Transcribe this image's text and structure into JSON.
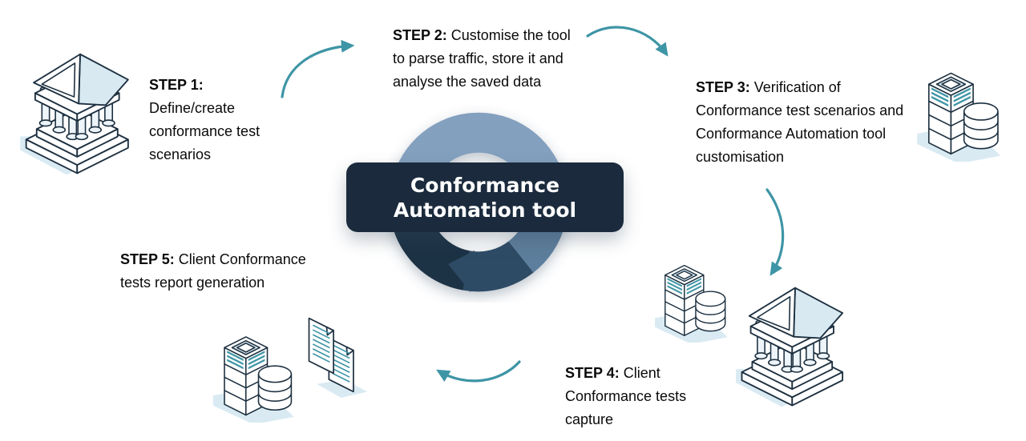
{
  "title": {
    "full": "Conformance Automation tool",
    "lines": [
      "Conformance",
      "Automation tool"
    ]
  },
  "steps": [
    {
      "label": "STEP 1:",
      "text": "Define/create conformance test scenarios"
    },
    {
      "label": "STEP 2:",
      "text": "Customise the tool to parse traffic, store it and analyse the saved data"
    },
    {
      "label": "STEP 3:",
      "text": "Verification of Conformance test scenarios and Conformance Automation tool customisation"
    },
    {
      "label": "STEP 4:",
      "text": "Client Conformance tests capture"
    },
    {
      "label": "STEP 5:",
      "text": "Client Conformance tests report generation"
    }
  ],
  "icons": {
    "step1": "bank-building-icon",
    "step3": "server-database-icon",
    "step4_left": "server-database-icon",
    "step4_right": "bank-building-icon",
    "step5_left": "server-database-icon",
    "step5_right": "documents-icon"
  },
  "arrows": [
    "step1-to-step2",
    "step2-to-step3",
    "step3-to-step4",
    "step4-to-step5"
  ],
  "colors": {
    "teal_accent": "#3E95A5",
    "navy_outline": "#1D3040",
    "box_navy": "#1B2B3D",
    "arc_light": "#84A0BF",
    "arc_slate": "#5D7E9C",
    "arc_mid_dark": "#2E4C66",
    "arc_dark": "#1C3245",
    "icon_fill_light_blue": "#D8E9F2",
    "icon_shadow_blue": "#D9EAF3"
  }
}
